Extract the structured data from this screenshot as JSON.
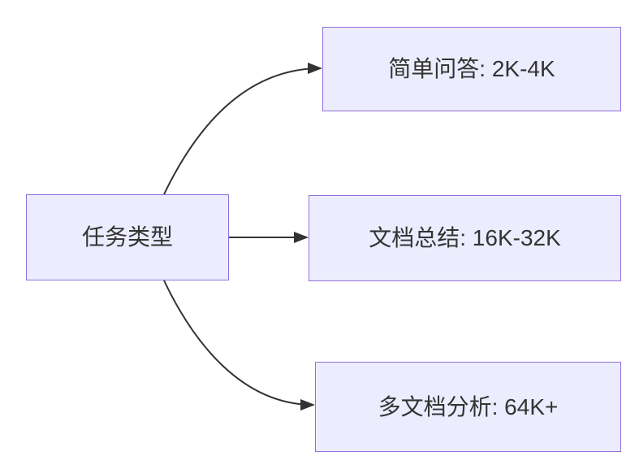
{
  "diagram": {
    "type": "flowchart",
    "direction": "left-to-right",
    "nodes": {
      "root": {
        "id": "task-type",
        "label": "任务类型"
      },
      "top": {
        "id": "simple-qa",
        "label": "简单问答: 2K-4K"
      },
      "middle": {
        "id": "doc-summary",
        "label": "文档总结: 16K-32K"
      },
      "bottom": {
        "id": "multi-doc",
        "label": "多文档分析: 64K+"
      }
    },
    "edges": [
      {
        "from": "任务类型",
        "to": "简单问答: 2K-4K",
        "style": "arrow"
      },
      {
        "from": "任务类型",
        "to": "文档总结: 16K-32K",
        "style": "arrow"
      },
      {
        "from": "任务类型",
        "to": "多文档分析: 64K+",
        "style": "arrow"
      }
    ],
    "colors": {
      "node_fill": "#ECECFF",
      "node_border": "#9370DB",
      "edge": "#333333",
      "text": "#333333",
      "background": "#FFFFFF"
    }
  }
}
